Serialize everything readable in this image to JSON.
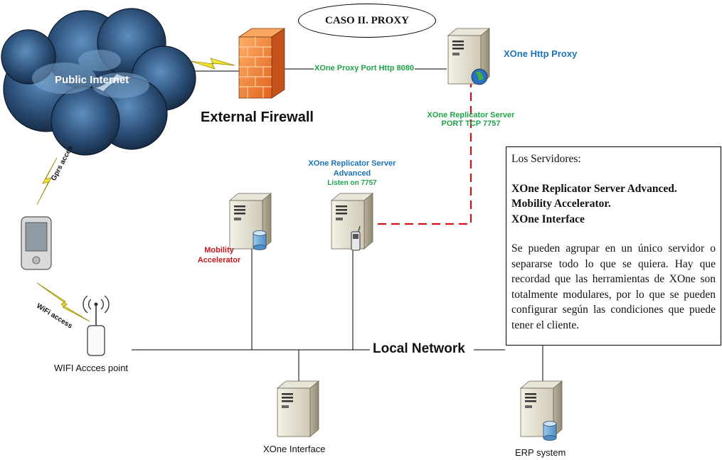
{
  "title": "CASO II. PROXY",
  "nodes": {
    "internet": "Public Internet",
    "firewall": "External Firewall",
    "proxy": "XOne Http Proxy",
    "replicator_line1": "XOne Replicator Server",
    "replicator_line2": "Advanced",
    "replicator_line3": "Listen on 7757",
    "mobility_line1": "Mobility",
    "mobility_line2": "Accelerator",
    "network": "Local Network",
    "wifi_ap": "WIFI Accces point",
    "xone_interface": "XOne Interface",
    "erp": "ERP system"
  },
  "links": {
    "proxy_port": "XOne Proxy Port Http 8080",
    "replicator_port_line1": "XOne Replicator Server",
    "replicator_port_line2": "PORT TCP 7757",
    "gprs": "Gprs acces",
    "wifi": "WiFi access"
  },
  "infobox": {
    "heading": "Los Servidores:",
    "items": [
      "XOne Replicator Server Advanced.",
      "Mobility Accelerator.",
      "XOne Interface"
    ],
    "body": "Se pueden agrupar en un único servidor o separarse todo lo que se quiera. Hay que recordad que las herramientas de XOne son totalmente modulares, por lo que se pueden configurar según las condiciones que puede tener el cliente."
  },
  "colors": {
    "link_label": "#1fa34a",
    "server_label": "#1a73b8",
    "mobility_label": "#c0161c",
    "dashed_link": "#d0141c",
    "cloud": "#1c3553",
    "firewall": "#f07a2a"
  }
}
